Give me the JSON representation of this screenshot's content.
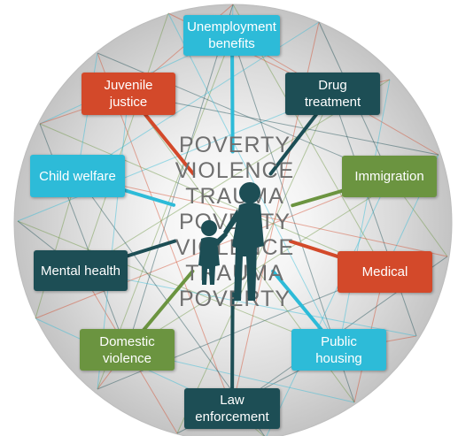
{
  "colors": {
    "cyan": "#2dbbd8",
    "red": "#d3492a",
    "dark_teal": "#1d4e55",
    "green": "#6b9440",
    "circle_fill": "#c9c9c9",
    "center_text": "#6f6f6f",
    "silhouette": "#1d4e55"
  },
  "center_words": [
    "POVERTY",
    "VIOLENCE",
    "TRAUMA",
    "POVERTY",
    "VIOLENCE",
    "TRAUMA",
    "POVERTY"
  ],
  "nodes": {
    "unemployment": {
      "label": "Unemployment benefits",
      "color": "cyan"
    },
    "drug": {
      "label": "Drug treatment",
      "color": "dark_teal"
    },
    "immigration": {
      "label": "Immigration",
      "color": "green"
    },
    "medical": {
      "label": "Medical",
      "color": "red"
    },
    "public_housing": {
      "label": "Public housing",
      "color": "cyan"
    },
    "law": {
      "label": "Law enforcement",
      "color": "dark_teal"
    },
    "domestic": {
      "label": "Domestic violence",
      "color": "green"
    },
    "mental": {
      "label": "Mental health",
      "color": "dark_teal"
    },
    "child_welfare": {
      "label": "Child welfare",
      "color": "cyan"
    },
    "juvenile": {
      "label": "Juvenile justice",
      "color": "red"
    }
  }
}
